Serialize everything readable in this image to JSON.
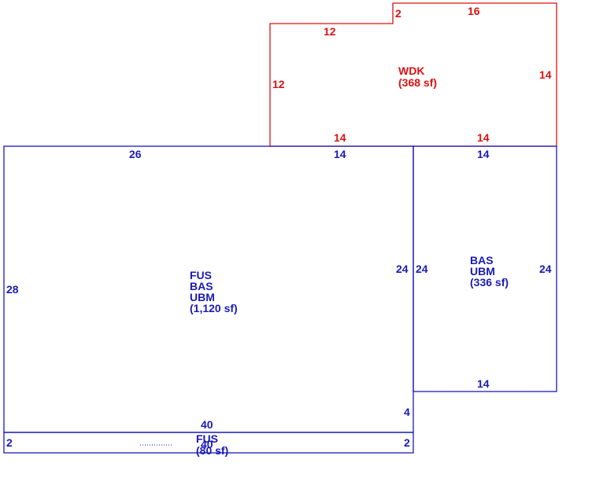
{
  "colors": {
    "deck": "#dd1111",
    "building": "#1a1ab8",
    "dotted_line": "#1a1ab8"
  },
  "wdk": {
    "code": "WDK",
    "area": "(368 sf)",
    "dims": {
      "left_step": "2",
      "top_right": "16",
      "top_left": "12",
      "left": "12",
      "right": "14",
      "bottom_left": "14",
      "bottom_right": "14"
    }
  },
  "main": {
    "codes": [
      "FUS",
      "BAS",
      "UBM"
    ],
    "area": "(1,120 sf)",
    "dims": {
      "top_left": "26",
      "top_right": "14",
      "left": "28",
      "right": "24",
      "bottom": "40",
      "right_lower": "4"
    }
  },
  "east": {
    "codes": [
      "BAS",
      "UBM"
    ],
    "area": "(336 sf)",
    "dims": {
      "top": "14",
      "left": "24",
      "right": "24",
      "bottom": "14"
    }
  },
  "strip": {
    "code": "FUS",
    "overlap_value": "40",
    "area": "(80 sf)",
    "dims": {
      "left": "2",
      "right": "2"
    }
  }
}
